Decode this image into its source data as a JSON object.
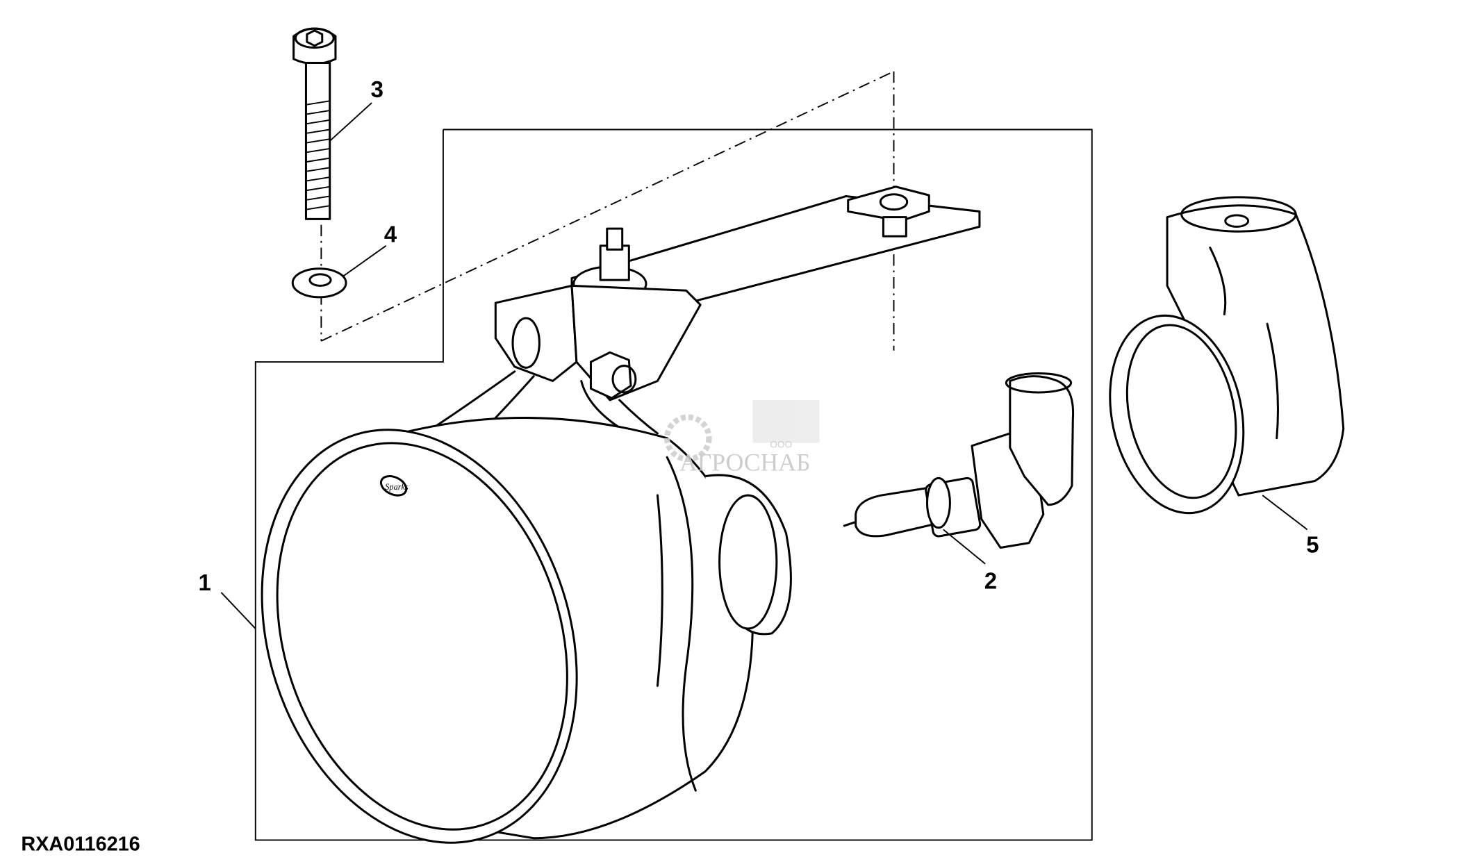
{
  "diagram": {
    "figure_code": "RXA0116216",
    "callouts": [
      "1",
      "2",
      "3",
      "4",
      "5"
    ],
    "watermark": {
      "prefix": "ООО",
      "name": "АГРОСНАБ"
    },
    "lamp_logo": "Sparks"
  }
}
